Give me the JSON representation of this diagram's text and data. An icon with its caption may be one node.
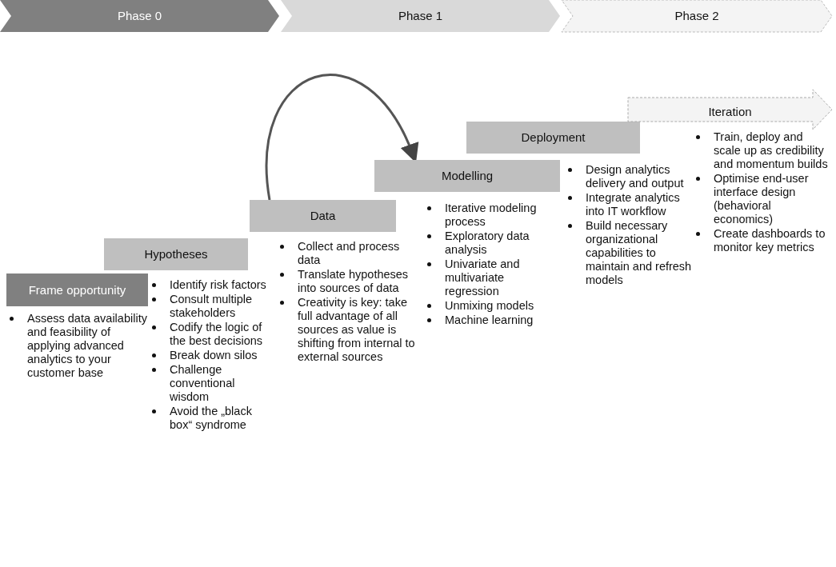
{
  "diagram": {
    "nodes": [
      {
        "text": [
          "Phase 0"
        ]
      },
      {
        "text": [
          "Phase 1"
        ]
      },
      {
        "text": [
          "Phase 2"
        ]
      },
      {
        "text": [
          "Frame opportunity"
        ],
        "beside": [
          "Assess data availability and feasibility of applying advanced analytics to your customer base"
        ]
      },
      {
        "text": [
          "Hypotheses"
        ],
        "beside": [
          "Identify risk factors",
          "Consult multiple stakeholders",
          "Codify the logic of the best decisions",
          "Break down silos",
          "Challenge conventional wisdom",
          "Avoid the „black box“ syndrome"
        ]
      },
      {
        "text": [
          "Data"
        ],
        "beside": [
          "Collect and process data",
          "Translate hypotheses into sources of data",
          "Creativity is key: take full advantage of all sources as value is shifting from internal to external sources"
        ]
      },
      {
        "text": [
          "Modelling"
        ],
        "beside": [
          "Iterative modeling process",
          "Exploratory data analysis",
          "Univariate and multivariate regression",
          "Unmixing models",
          "Machine learning"
        ]
      },
      {
        "text": [
          "Deployment"
        ],
        "beside": [
          "Design analytics delivery and output",
          "Integrate analytics into IT workflow",
          "Build necessary organizational capabilities to maintain and refresh models"
        ]
      },
      {
        "text": [
          "Iteration"
        ],
        "beside": [
          "Train, deploy and scale up as credibility and momentum builds",
          "Optimise end-user interface design (behavioral economics)",
          "Create dashboards to monitor key metrics"
        ]
      }
    ],
    "edges": [
      {
        "from": 5,
        "to": 6,
        "arrow": "to"
      }
    ]
  }
}
